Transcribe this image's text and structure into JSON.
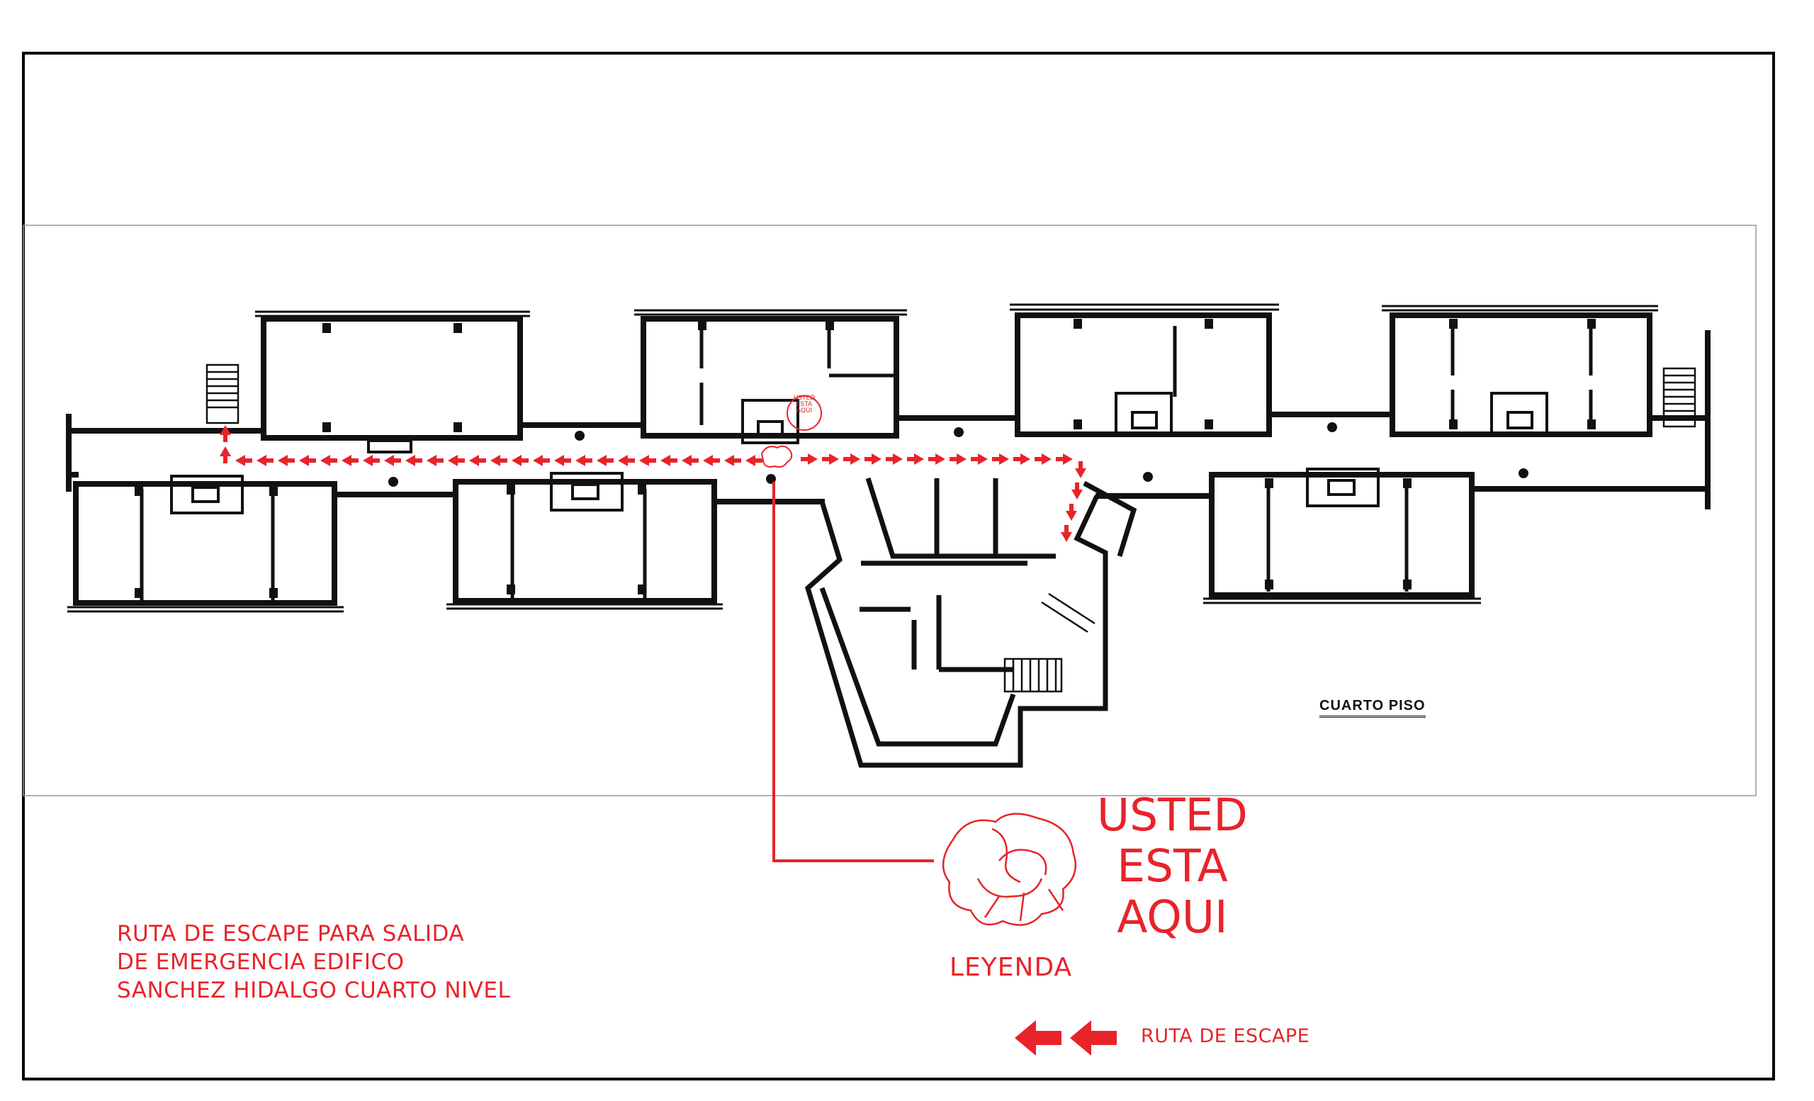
{
  "caption": {
    "lines": [
      "RUTA DE ESCAPE PARA SALIDA",
      "DE EMERGENCIA EDIFICO",
      "SANCHEZ HIDALGO CUARTO NIVEL"
    ]
  },
  "floor_label": "CUARTO PISO",
  "marker_small_label": [
    "USTED",
    "ESTA",
    "AQUI"
  ],
  "legend": {
    "title": "LEYENDA",
    "you_are_here": [
      "USTED",
      "ESTA",
      "AQUI"
    ],
    "route_label": "RUTA DE ESCAPE"
  },
  "colors": {
    "route": "#e8232a",
    "walls": "#111111",
    "frame": "#000000"
  },
  "icons": {
    "you_are_here": "location-marker-icon",
    "route_arrow": "left-arrow-icon"
  }
}
